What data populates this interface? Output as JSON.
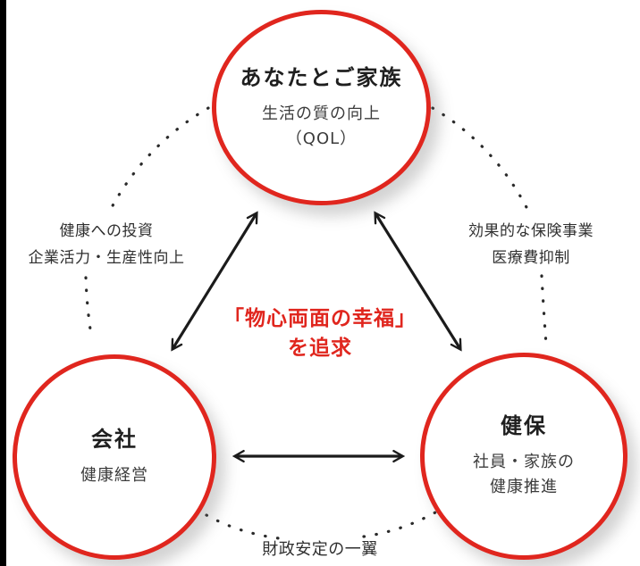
{
  "diagram": {
    "title_hint": "three-circle mutual relationship diagram",
    "colors": {
      "accent_red": "#e0261e",
      "text_dark": "#1f1f1f",
      "text_gray": "#3c3c3c",
      "connector_black": "#1b1b1b"
    },
    "nodes": {
      "family": {
        "title": "あなたとご家族",
        "sub1": "生活の質の向上",
        "sub2": "（QOL）"
      },
      "company": {
        "title": "会社",
        "sub1": "健康経営"
      },
      "kenpo": {
        "title": "健保",
        "sub1": "社員・家族の",
        "sub2": "健康推進"
      }
    },
    "edge_labels": {
      "left_line1": "健康への投資",
      "left_line2": "企業活力・生産性向上",
      "right_line1": "効果的な保険事業",
      "right_line2": "医療費抑制",
      "bottom": "財政安定の一翼"
    },
    "center_text": {
      "line1": "「物心両面の幸福」",
      "line2": "を追求"
    }
  }
}
